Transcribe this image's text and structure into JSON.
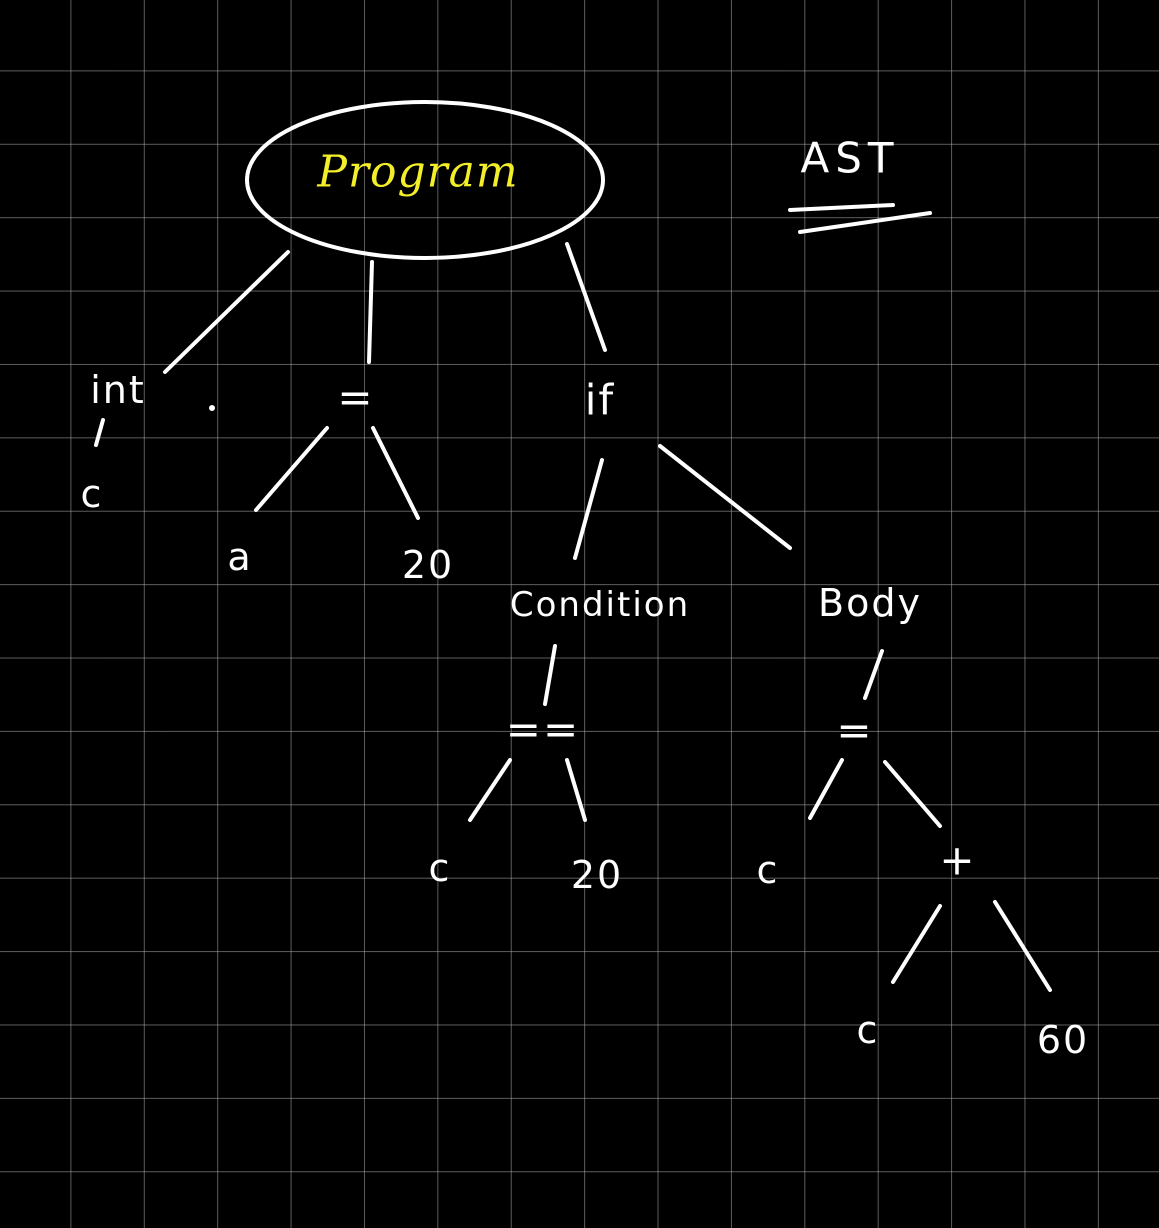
{
  "diagram": {
    "title": "AST",
    "nodes": {
      "program": "Program",
      "int": "int",
      "c_decl": "c",
      "assign1": "=",
      "a": "a",
      "num20_1": "20",
      "if": "if",
      "condition": "Condition",
      "body": "Body",
      "eqeq": "==",
      "c_cond": "c",
      "num20_2": "20",
      "assign2": "=",
      "c_body": "c",
      "plus": "+",
      "c_plus": "c",
      "num60": "60"
    },
    "edges": [
      [
        "program",
        "int"
      ],
      [
        "program",
        "assign1"
      ],
      [
        "program",
        "if"
      ],
      [
        "int",
        "c_decl"
      ],
      [
        "assign1",
        "a"
      ],
      [
        "assign1",
        "num20_1"
      ],
      [
        "if",
        "condition"
      ],
      [
        "if",
        "body"
      ],
      [
        "condition",
        "eqeq"
      ],
      [
        "eqeq",
        "c_cond"
      ],
      [
        "eqeq",
        "num20_2"
      ],
      [
        "body",
        "assign2"
      ],
      [
        "assign2",
        "c_body"
      ],
      [
        "assign2",
        "plus"
      ],
      [
        "plus",
        "c_plus"
      ],
      [
        "plus",
        "num60"
      ]
    ],
    "colors": {
      "background": "#000000",
      "grid": "#aaaaaa",
      "ink": "#ffffff",
      "root_text": "#f2ee2a"
    }
  }
}
